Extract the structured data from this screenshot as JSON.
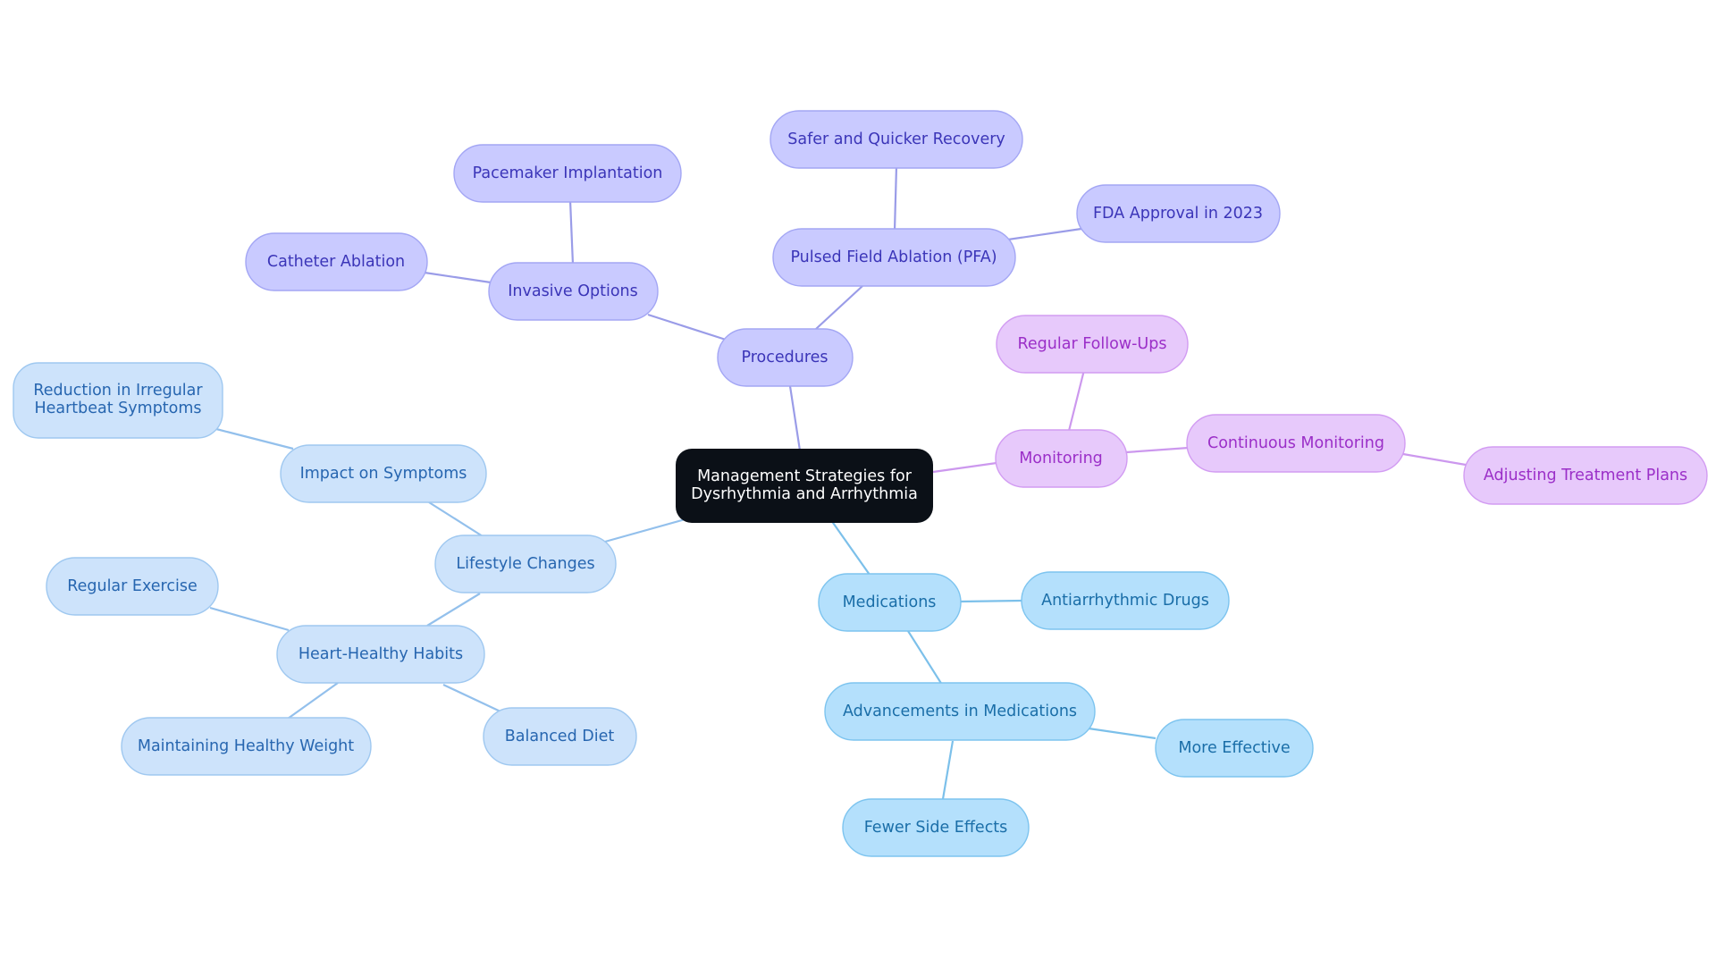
{
  "colors": {
    "root_fill": "#0b1017",
    "root_text": "#ffffff",
    "procedures_fill": "#c9caff",
    "procedures_stroke": "#a3a6f4",
    "procedures_text": "#3b35b8",
    "procedures_edge": "#9a9ce8",
    "monitoring_fill": "#e7c9fb",
    "monitoring_stroke": "#d29cf2",
    "monitoring_text": "#9b2fc8",
    "monitoring_edge": "#cc98ee",
    "medications_fill": "#b4e0fc",
    "medications_stroke": "#7dc4ef",
    "medications_text": "#1a6ea8",
    "medications_edge": "#7cc0ea",
    "lifestyle_fill": "#cde3fb",
    "lifestyle_stroke": "#9fc8f0",
    "lifestyle_text": "#2766b0",
    "lifestyle_edge": "#93c0ec"
  },
  "diagram": {
    "root": {
      "line1": "Management Strategies for",
      "line2": "Dysrhythmia and Arrhythmia"
    },
    "procedures": {
      "label": "Procedures",
      "invasive_options": {
        "label": "Invasive Options",
        "pacemaker": "Pacemaker Implantation",
        "catheter": "Catheter Ablation"
      },
      "pfa": {
        "label": "Pulsed Field Ablation (PFA)",
        "recovery": "Safer and Quicker Recovery",
        "fda": "FDA Approval in 2023"
      }
    },
    "monitoring": {
      "label": "Monitoring",
      "follow_ups": "Regular Follow-Ups",
      "continuous": {
        "label": "Continuous Monitoring",
        "adjusting": "Adjusting Treatment Plans"
      }
    },
    "medications": {
      "label": "Medications",
      "antiarrhythmic": "Antiarrhythmic Drugs",
      "advancements": {
        "label": "Advancements in Medications",
        "more_effective": "More Effective",
        "fewer_side_effects": "Fewer Side Effects"
      }
    },
    "lifestyle": {
      "label": "Lifestyle Changes",
      "impact": {
        "label": "Impact on Symptoms",
        "reduction_line1": "Reduction in Irregular",
        "reduction_line2": "Heartbeat Symptoms"
      },
      "habits": {
        "label": "Heart-Healthy Habits",
        "exercise": "Regular Exercise",
        "weight": "Maintaining Healthy Weight",
        "diet": "Balanced Diet"
      }
    }
  }
}
